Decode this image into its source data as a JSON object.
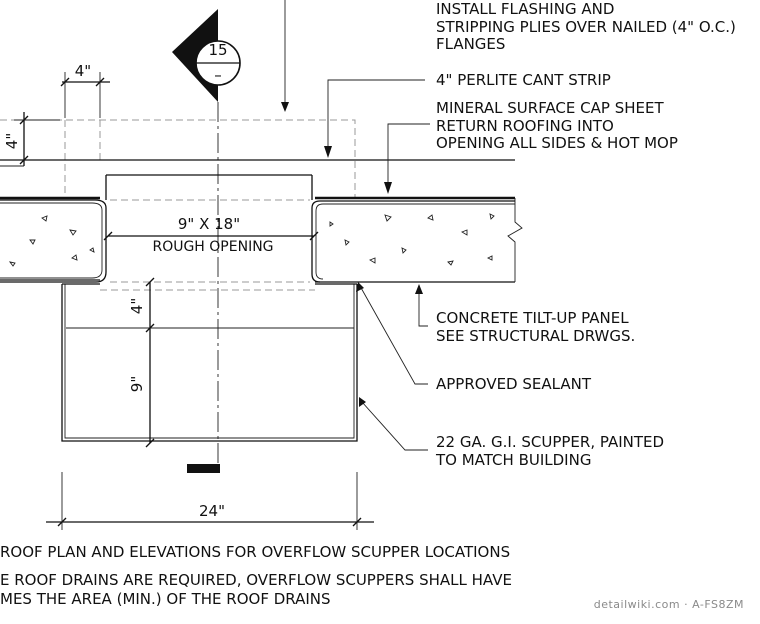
{
  "section_marker": {
    "number": "15",
    "sheet": "–"
  },
  "notes": {
    "flashing": [
      "INSTALL FLASHING AND",
      "STRIPPING PLIES OVER NAILED (4\" O.C.)",
      "FLANGES"
    ],
    "cant_strip": "4\" PERLITE CANT STRIP",
    "cap_sheet": [
      "MINERAL SURFACE CAP SHEET",
      "RETURN ROOFING INTO",
      "OPENING ALL SIDES & HOT MOP"
    ],
    "concrete_panel": [
      "CONCRETE TILT-UP PANEL",
      "SEE STRUCTURAL DRWGS."
    ],
    "sealant": "APPROVED SEALANT",
    "scupper": [
      "22 GA. G.I. SCUPPER, PAINTED",
      "TO MATCH BUILDING"
    ]
  },
  "dimensions": {
    "top_width": "4\"",
    "left_height": "4\"",
    "opening_size": "9\" X 18\"",
    "opening_label": "ROUGH OPENING",
    "scupper_upper": "4\"",
    "scupper_lower": "9\"",
    "scupper_width": "24\""
  },
  "footer_notes": [
    "ROOF PLAN AND ELEVATIONS FOR OVERFLOW SCUPPER LOCATIONS",
    "E ROOF DRAINS ARE REQUIRED, OVERFLOW SCUPPERS SHALL HAVE",
    "MES THE AREA (MIN.) OF THE ROOF DRAINS"
  ],
  "watermark": "detailwiki.com · A-FS8ZM"
}
